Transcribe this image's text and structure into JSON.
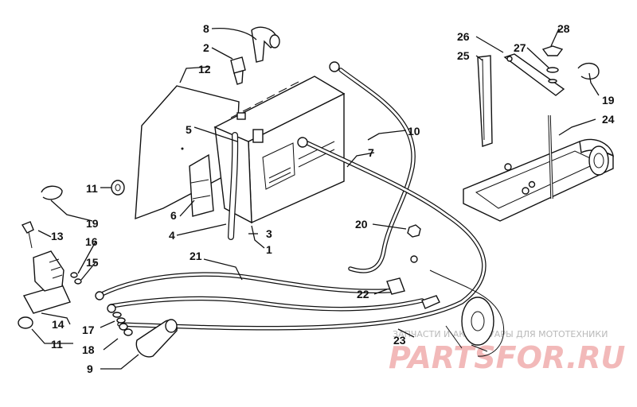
{
  "callouts": {
    "c1": "1",
    "c2": "2",
    "c3": "3",
    "c4": "4",
    "c5": "5",
    "c6": "6",
    "c7": "7",
    "c8": "8",
    "c9": "9",
    "c10": "10",
    "c11a": "11",
    "c11b": "11",
    "c12": "12",
    "c13": "13",
    "c14": "14",
    "c15": "15",
    "c16": "16",
    "c17": "17",
    "c18": "18",
    "c19a": "19",
    "c19b": "19",
    "c20": "20",
    "c21": "21",
    "c22": "22",
    "c23": "23",
    "c24": "24",
    "c25": "25",
    "c26": "26",
    "c27": "27",
    "c28": "28"
  },
  "watermark": {
    "subtitle": "ЗАПЧАСТИ И АКСЕССУАРЫ ДЛЯ МОТОТЕХНИКИ",
    "logo_text": "PARTSFOR.RU"
  }
}
